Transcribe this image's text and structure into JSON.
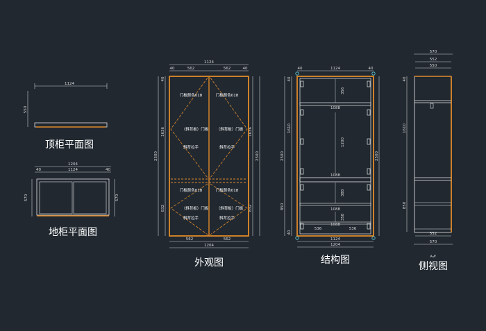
{
  "titles": {
    "top_plan": "顶柜平面图",
    "base_plan": "地柜平面图",
    "exterior": "外观图",
    "structure": "结构图",
    "side": "侧视图"
  },
  "top_plan": {
    "width": "1124",
    "depth": "550"
  },
  "base_plan": {
    "overall": "1204",
    "left": "40",
    "middle": "1124",
    "right": "40",
    "depth_left": "570",
    "depth_right": "570"
  },
  "exterior": {
    "top_total": "1124",
    "top_left": "40",
    "top_mid1": "562",
    "top_mid2": "562",
    "top_right": "40",
    "side_top": "40",
    "height_upper": "1636",
    "height_total": "2500",
    "height_lower": "832",
    "bottom_left": "562",
    "bottom_right": "562",
    "bottom_total": "1204",
    "upper_door_left": "门板颜色018",
    "upper_door_right": "门板颜色018",
    "handle_mid_left": "（斜背板）门板",
    "handle_mid_right": "（斜背板）门板",
    "handle_left": "斜背拉手",
    "handle_right": "斜背拉手",
    "lower_door_left": "门板颜色018",
    "lower_door_right": "门板颜色018",
    "lower_handle_mid_left": "（斜背板）门板",
    "lower_handle_mid_right": "（斜背板）门板",
    "lower_handle_left": "斜背拉手",
    "lower_handle_right": "斜背拉手"
  },
  "structure": {
    "top_total": "1124",
    "corner_tl": "40",
    "corner_tr": "40",
    "side_top": "40",
    "height_upper": "1610",
    "height_total": "2500",
    "height_lower": "850",
    "height_base": "40",
    "right_total": "2500",
    "shelf1_gap": "356",
    "shelf1": "1088",
    "mid_gap": "1200",
    "shelf2": "1088",
    "gap3": "388",
    "shelf3": "1088",
    "gap4": "358",
    "shelf4": "1088",
    "bottom_left": "536",
    "bottom_right": "536",
    "bottom_mid": "1124",
    "bottom_total": "1204"
  },
  "side": {
    "top_total": "570",
    "top_inner": "552",
    "top_depth": "550",
    "side_top": "40",
    "height_upper": "1610",
    "height_lower": "850",
    "section_mark": "A-A'",
    "bottom_inner": "552",
    "bottom_total": "570"
  },
  "colors": {
    "background": "#212830",
    "cabinet_orange": "#e08a2a",
    "line_white": "#e8e8e8",
    "dim_gray": "#cfcfcf",
    "hinge_cyan": "#5fd0e0"
  }
}
